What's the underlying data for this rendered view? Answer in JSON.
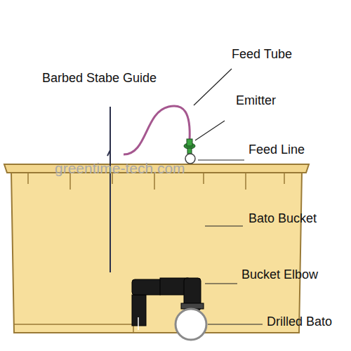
{
  "diagram": {
    "labels": [
      "Feed Tube",
      "Barbed Stabe Guide",
      "Emitter",
      "Feed Line",
      "Bato Bucket",
      "Bucket Elbow",
      "Drilled Bato",
      "greentime-tech.com"
    ]
  }
}
